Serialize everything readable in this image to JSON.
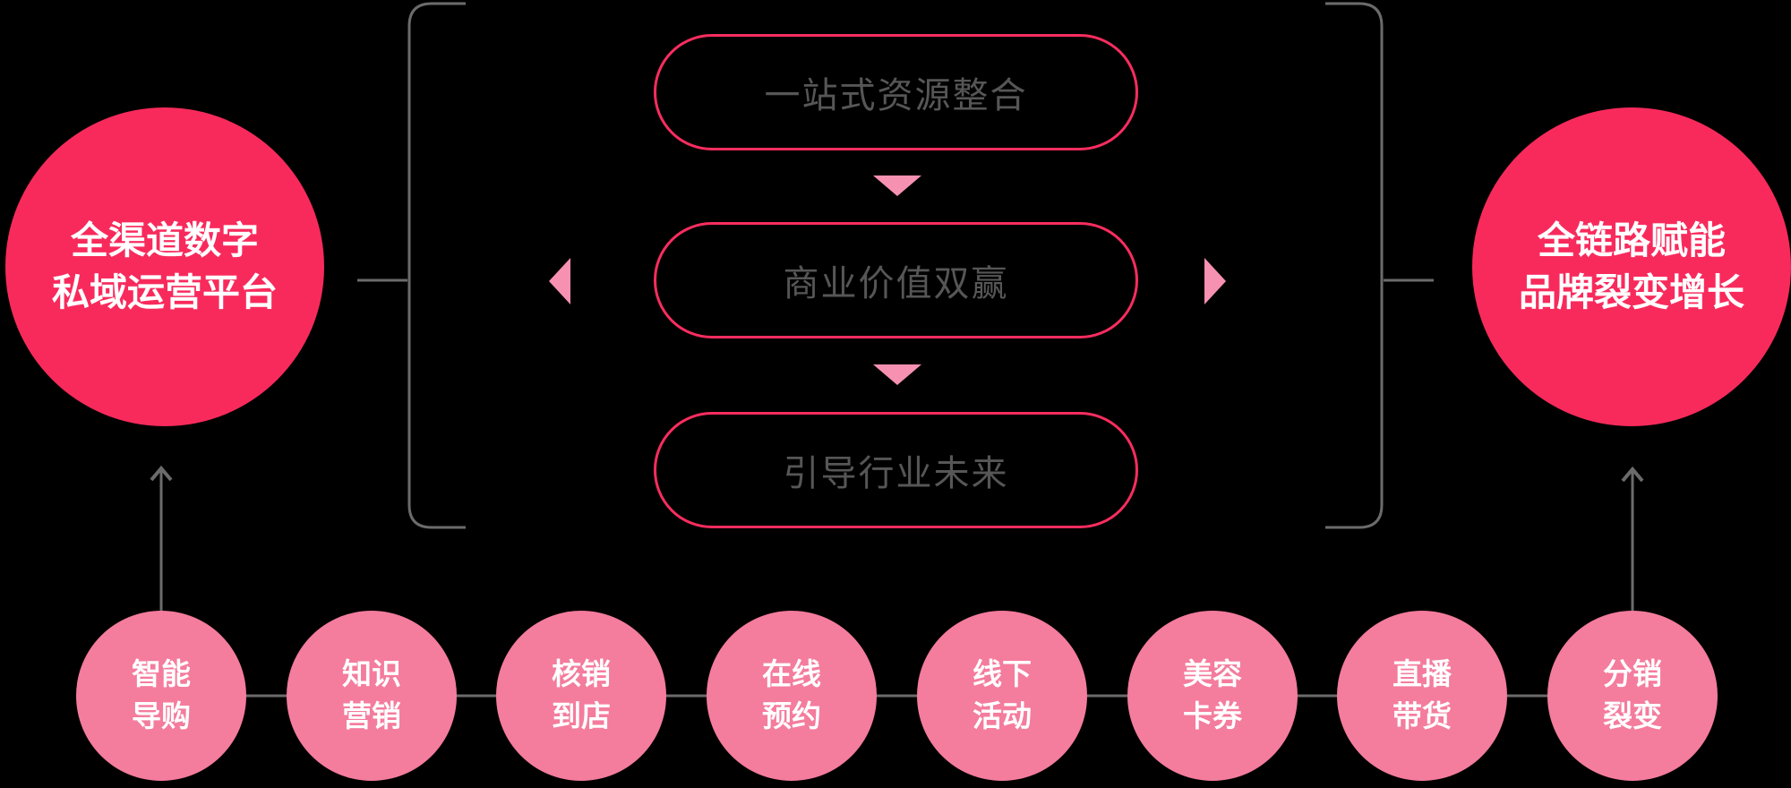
{
  "colors": {
    "background": "#000000",
    "primary_circle": "#F82A5C",
    "secondary_circle": "#F47C9D",
    "triangle": "#F791B1",
    "pill_border": "#FA2D5F",
    "pill_text": "#565656",
    "line": "#6B6B6B",
    "node_text": "#FFFFFF"
  },
  "left_node": {
    "line1": "全渠道数字",
    "line2": "私域运营平台"
  },
  "right_node": {
    "line1": "全链路赋能",
    "line2": "品牌裂变增长"
  },
  "pills": [
    {
      "label": "一站式资源整合"
    },
    {
      "label": "商业价值双赢"
    },
    {
      "label": "引导行业未来"
    }
  ],
  "bottom_nodes": [
    {
      "line1": "智能",
      "line2": "导购"
    },
    {
      "line1": "知识",
      "line2": "营销"
    },
    {
      "line1": "核销",
      "line2": "到店"
    },
    {
      "line1": "在线",
      "line2": "预约"
    },
    {
      "line1": "线下",
      "line2": "活动"
    },
    {
      "line1": "美容",
      "line2": "卡券"
    },
    {
      "line1": "直播",
      "line2": "带货"
    },
    {
      "line1": "分销",
      "line2": "裂变"
    }
  ]
}
